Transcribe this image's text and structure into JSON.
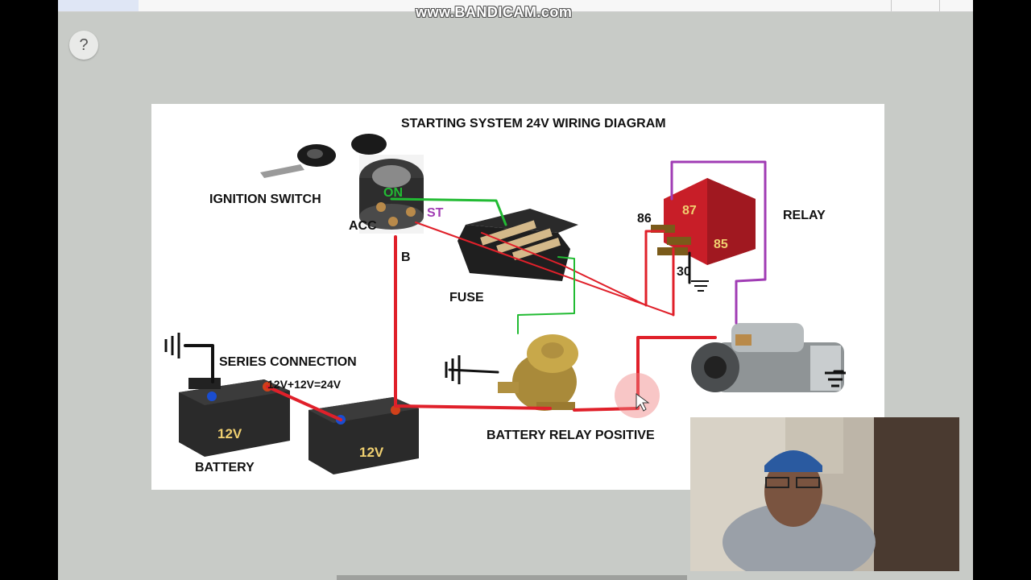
{
  "watermark": "www.BANDICAM.com",
  "help_button": "?",
  "diagram": {
    "title": "STARTING SYSTEM 24V WIRING DIAGRAM",
    "labels": {
      "ignition_switch": "IGNITION SWITCH",
      "acc": "ACC",
      "on": "ON",
      "st": "ST",
      "b": "B",
      "fuse": "FUSE",
      "relay": "RELAY",
      "relay_86": "86",
      "relay_87": "87",
      "relay_85": "85",
      "relay_30": "30",
      "series_connection": "SERIES CONNECTION",
      "equation": "12V+12V=24V",
      "battery_1_volt": "12V",
      "battery_2_volt": "12V",
      "battery": "BATTERY",
      "battery_relay_positive": "BATTERY RELAY POSITIVE"
    },
    "wire_colors": {
      "positive": "#e0202a",
      "ground": "#111111",
      "green": "#22bb33",
      "purple": "#a03cb4"
    }
  }
}
